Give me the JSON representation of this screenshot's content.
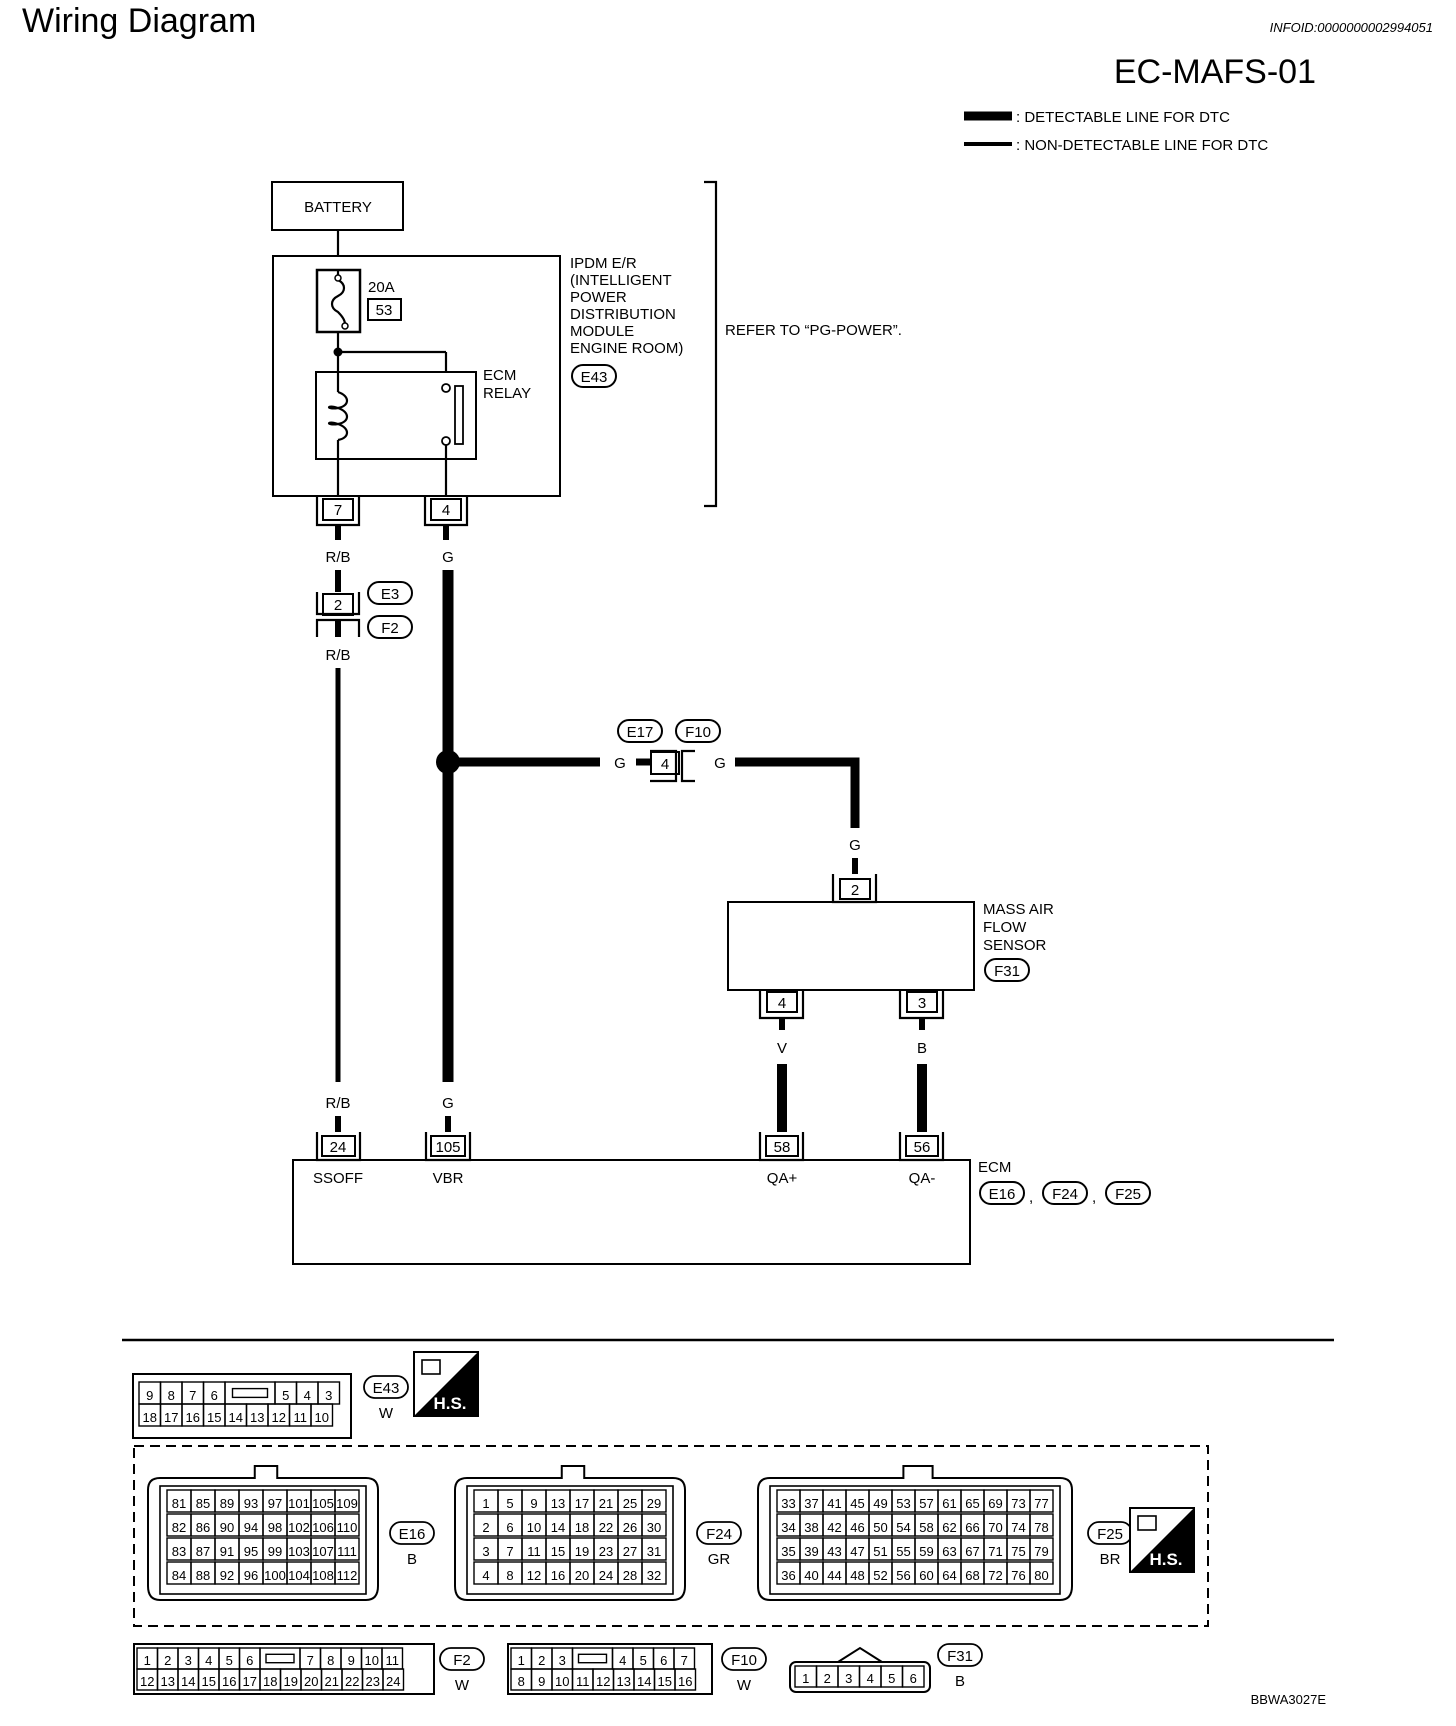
{
  "header": {
    "title": "Wiring Diagram",
    "info_id": "INFOID:0000000002994051",
    "diagram_code": "EC-MAFS-01",
    "figure_code": "BBWA3027E"
  },
  "legend": {
    "detectable": ": DETECTABLE LINE FOR DTC",
    "non_detectable": ": NON-DETECTABLE LINE FOR DTC"
  },
  "battery": {
    "label": "BATTERY"
  },
  "ipdm": {
    "lines": [
      "IPDM E/R",
      "(INTELLIGENT",
      "POWER",
      "DISTRIBUTION",
      "MODULE",
      "ENGINE ROOM)"
    ],
    "connector": "E43",
    "fuse_rating": "20A",
    "fuse_no": "53",
    "relay_lines": [
      "ECM",
      "RELAY"
    ],
    "pin_left": "7",
    "pin_right": "4",
    "refer": "REFER TO “PG-POWER”."
  },
  "wires": {
    "rb": "R/B",
    "g": "G",
    "v": "V",
    "b": "B"
  },
  "junction_e3f2": {
    "pin": "2",
    "conn_top": "E3",
    "conn_bottom": "F2"
  },
  "junction_e17f10": {
    "pin": "4",
    "conn_left": "E17",
    "conn_right": "F10"
  },
  "maf": {
    "lines": [
      "MASS AIR",
      "FLOW",
      "SENSOR"
    ],
    "connector": "F31",
    "pin_top": "2",
    "pin_left": "4",
    "pin_right": "3"
  },
  "ecm": {
    "label": "ECM",
    "connectors": [
      "E16",
      "F24",
      "F25"
    ],
    "sep": ",",
    "pins": [
      {
        "no": "24",
        "name": "SSOFF"
      },
      {
        "no": "105",
        "name": "VBR"
      },
      {
        "no": "58",
        "name": "QA+"
      },
      {
        "no": "56",
        "name": "QA-"
      }
    ]
  },
  "connectors": {
    "e43": {
      "id": "E43",
      "color": "W",
      "row1": [
        "9",
        "8",
        "7",
        "6",
        "5",
        "4",
        "3"
      ],
      "row2": [
        "18",
        "17",
        "16",
        "15",
        "14",
        "13",
        "12",
        "11",
        "10"
      ]
    },
    "hs": "H.S.",
    "e16": {
      "id": "E16",
      "color": "B",
      "rows": [
        [
          "81",
          "85",
          "89",
          "93",
          "97",
          "101",
          "105",
          "109"
        ],
        [
          "82",
          "86",
          "90",
          "94",
          "98",
          "102",
          "106",
          "110"
        ],
        [
          "83",
          "87",
          "91",
          "95",
          "99",
          "103",
          "107",
          "111"
        ],
        [
          "84",
          "88",
          "92",
          "96",
          "100",
          "104",
          "108",
          "112"
        ]
      ]
    },
    "f24": {
      "id": "F24",
      "color": "GR",
      "rows": [
        [
          "1",
          "5",
          "9",
          "13",
          "17",
          "21",
          "25",
          "29"
        ],
        [
          "2",
          "6",
          "10",
          "14",
          "18",
          "22",
          "26",
          "30"
        ],
        [
          "3",
          "7",
          "11",
          "15",
          "19",
          "23",
          "27",
          "31"
        ],
        [
          "4",
          "8",
          "12",
          "16",
          "20",
          "24",
          "28",
          "32"
        ]
      ]
    },
    "f25": {
      "id": "F25",
      "color": "BR",
      "rows": [
        [
          "33",
          "37",
          "41",
          "45",
          "49",
          "53",
          "57",
          "61",
          "65",
          "69",
          "73",
          "77"
        ],
        [
          "34",
          "38",
          "42",
          "46",
          "50",
          "54",
          "58",
          "62",
          "66",
          "70",
          "74",
          "78"
        ],
        [
          "35",
          "39",
          "43",
          "47",
          "51",
          "55",
          "59",
          "63",
          "67",
          "71",
          "75",
          "79"
        ],
        [
          "36",
          "40",
          "44",
          "48",
          "52",
          "56",
          "60",
          "64",
          "68",
          "72",
          "76",
          "80"
        ]
      ]
    },
    "f2": {
      "id": "F2",
      "color": "W",
      "row1": [
        "1",
        "2",
        "3",
        "4",
        "5",
        "6",
        "7",
        "8",
        "9",
        "10",
        "11"
      ],
      "row2": [
        "12",
        "13",
        "14",
        "15",
        "16",
        "17",
        "18",
        "19",
        "20",
        "21",
        "22",
        "23",
        "24"
      ]
    },
    "f10": {
      "id": "F10",
      "color": "W",
      "row1": [
        "1",
        "2",
        "3",
        "4",
        "5",
        "6",
        "7"
      ],
      "row2": [
        "8",
        "9",
        "10",
        "11",
        "12",
        "13",
        "14",
        "15",
        "16"
      ]
    },
    "f31": {
      "id": "F31",
      "color": "B",
      "row": [
        "1",
        "2",
        "3",
        "4",
        "5",
        "6"
      ]
    }
  }
}
